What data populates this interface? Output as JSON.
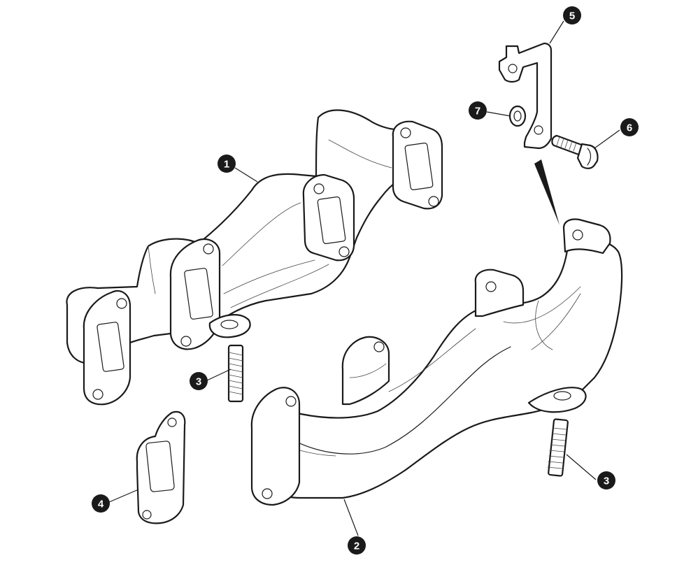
{
  "callouts": {
    "manifold_1": "1",
    "manifold_2": "2",
    "stud_left": "3",
    "stud_right": "3",
    "gasket": "4",
    "bracket": "5",
    "bolt": "6",
    "washer": "7"
  }
}
